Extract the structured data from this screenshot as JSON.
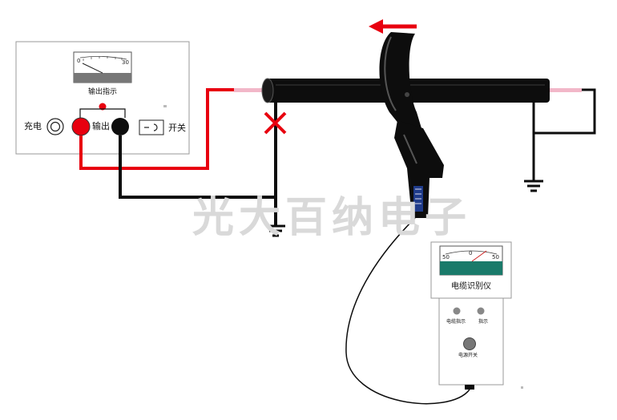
{
  "generator": {
    "meter_scale": [
      "0",
      "30"
    ],
    "meter_caption": "输出指示",
    "charge_label": "充电",
    "output_label": "输出",
    "switch_label": "开关"
  },
  "identifier": {
    "meter_scale": [
      "50",
      "0",
      "50"
    ],
    "title": "电缆识别仪",
    "cable_indicator_label": "电缆指示",
    "indicator_label": "指示",
    "power_switch_label": "电源开关"
  },
  "watermark": "光大百纳电子",
  "colors": {
    "signal_wire": "#e8000f",
    "arrow": "#e8000f",
    "cable": "#0d0d0d",
    "cable_tip": "#f2b7c8",
    "meter_bar": "#1a7a6a"
  }
}
